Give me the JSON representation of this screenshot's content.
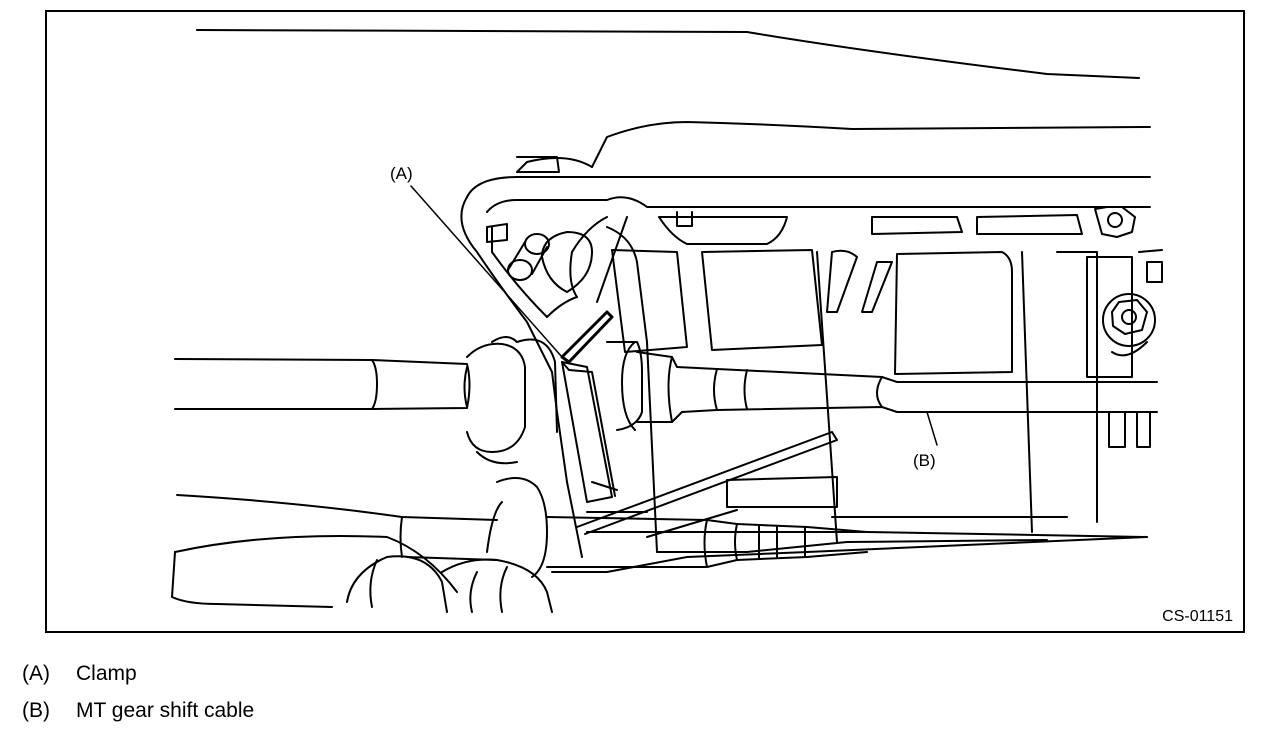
{
  "figure": {
    "code": "CS-01151",
    "callouts": {
      "a": "(A)",
      "b": "(B)"
    }
  },
  "legend": [
    {
      "key": "(A)",
      "text": "Clamp"
    },
    {
      "key": "(B)",
      "text": "MT gear shift cable"
    }
  ],
  "colors": {
    "line": "#000000",
    "background": "#ffffff"
  }
}
